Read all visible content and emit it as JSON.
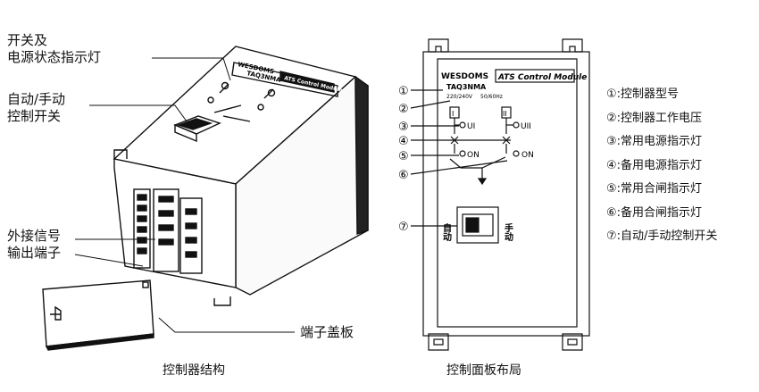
{
  "left": {
    "label_power_indicator": [
      "开关及",
      "电源状态指示灯"
    ],
    "label_auto_manual": [
      "自动/手动",
      "控制开关"
    ],
    "label_external_terminal": [
      "外接信号",
      "输出端子"
    ],
    "label_terminal_cover": "端子盖板",
    "caption": "控制器结构",
    "body_brand": "WESDOMS",
    "body_model": "TAQ3NMA",
    "body_module": "ATS Control Module"
  },
  "panel": {
    "brand": "WESDOMS",
    "module": "ATS Control Module",
    "model": "TAQ3NMA",
    "voltage": "220/240V",
    "frequency": "50/60Hz",
    "source_1_box": "I",
    "source_1_label": "UI",
    "source_2_box": "II",
    "source_2_label": "UII",
    "on_left": "ON",
    "on_right": "ON",
    "switch_auto": "自动",
    "switch_manual": "手动",
    "markers": [
      "①",
      "②",
      "③",
      "④",
      "⑤",
      "⑥",
      "⑦"
    ],
    "caption": "控制面板布局"
  },
  "legend": [
    "①:控制器型号",
    "②:控制器工作电压",
    "③:常用电源指示灯",
    "④:备用电源指示灯",
    "⑤:常用合闸指示灯",
    "⑥:备用合闸指示灯",
    "⑦:自动/手动控制开关"
  ]
}
